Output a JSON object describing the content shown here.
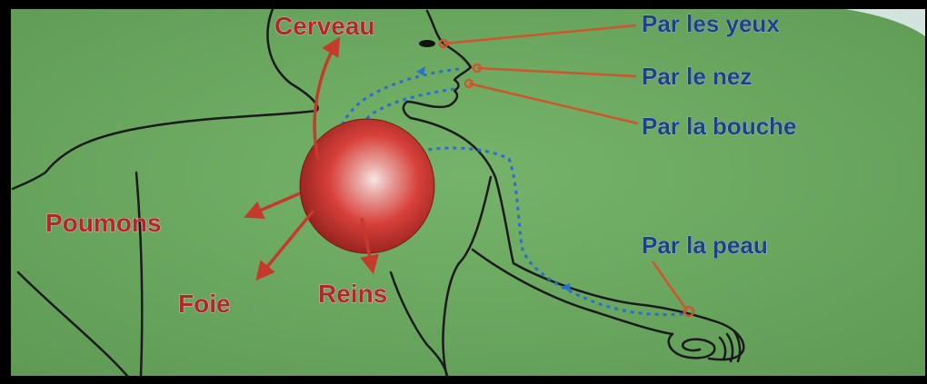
{
  "organs": {
    "brain": "Cerveau",
    "lungs": "Poumons",
    "liver": "Foie",
    "kidneys": "Reins"
  },
  "routes": {
    "eyes": "Par les yeux",
    "nose": "Par le nez",
    "mouth": "Par la bouche",
    "skin": "Par la peau"
  },
  "colors": {
    "background": "#6aa65e",
    "organ_text": "#b3262b",
    "route_text": "#1f3f88",
    "arrow": "#c63a2c",
    "leader": "#d0552d",
    "flow": "#2a6ecf",
    "outline": "#1a1a1a",
    "sphere": "#d8403a"
  }
}
